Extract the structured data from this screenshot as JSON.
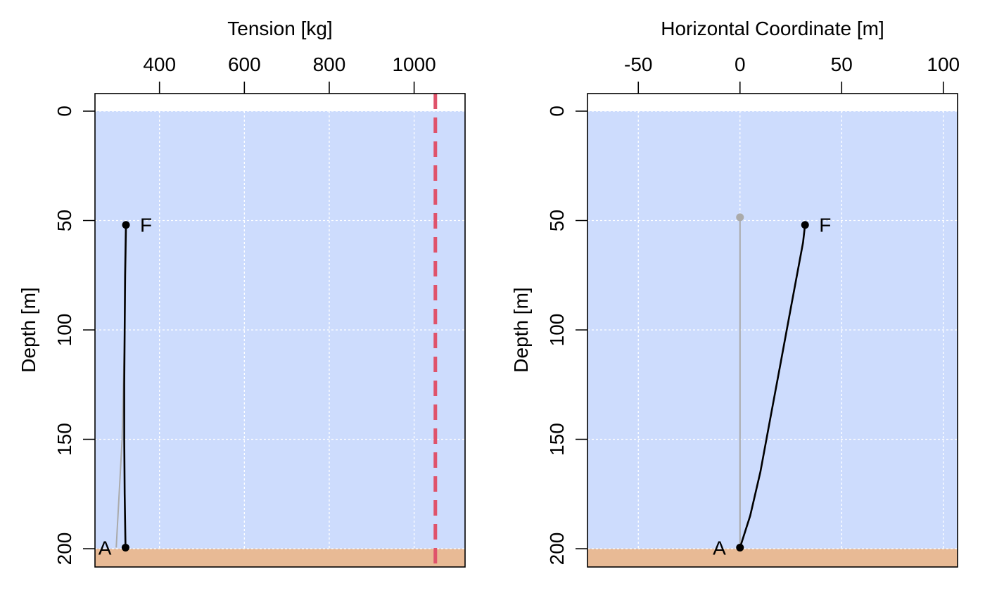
{
  "colors": {
    "water": "#cddcfd",
    "seabed": "#e8ba95",
    "grid": "#ffffff",
    "mooring": "#000000",
    "static_profile": "#aaaaaa",
    "limit_line": "#df536b"
  },
  "chart_data": [
    {
      "type": "line",
      "title": "",
      "xlabel": "Tension [kg]",
      "ylabel": "Depth [m]",
      "xlim": [
        248,
        1120
      ],
      "ylim": [
        200,
        0
      ],
      "x_ticks": [
        400,
        600,
        800,
        1000
      ],
      "x_tick_labels": [
        "400",
        "600",
        "800",
        "1000"
      ],
      "y_ticks": [
        0,
        50,
        100,
        150,
        200
      ],
      "y_tick_labels": [
        "0",
        "50",
        "100",
        "150",
        "200"
      ],
      "x_axis_position": "top",
      "y_axis_reversed": true,
      "grid": true,
      "seabed_depth": 200,
      "series": [
        {
          "role": "static",
          "points": [
            [
              298,
              199.5
            ],
            [
              312,
              150
            ],
            [
              318,
              100
            ],
            [
              322,
              52
            ]
          ]
        },
        {
          "role": "current",
          "points": [
            [
              320,
              199.5
            ],
            [
              318,
              175
            ],
            [
              317,
              150
            ],
            [
              317,
              125
            ],
            [
              318,
              100
            ],
            [
              319,
              75
            ],
            [
              321,
              52
            ]
          ]
        }
      ],
      "reference_line": {
        "x": 1050,
        "style": "dashed"
      },
      "points": [
        {
          "label": "F",
          "x": 321,
          "y": 52,
          "label_side": "right"
        },
        {
          "label": "A",
          "x": 320,
          "y": 199.5,
          "label_side": "left"
        }
      ]
    },
    {
      "type": "line",
      "title": "",
      "xlabel": "Horizontal Coordinate [m]",
      "ylabel": "Depth [m]",
      "xlim": [
        -75,
        107
      ],
      "ylim": [
        200,
        0
      ],
      "x_ticks": [
        -50,
        0,
        50,
        100
      ],
      "x_tick_labels": [
        "-50",
        "0",
        "50",
        "100"
      ],
      "y_ticks": [
        0,
        50,
        100,
        150,
        200
      ],
      "y_tick_labels": [
        "0",
        "50",
        "100",
        "150",
        "200"
      ],
      "x_axis_position": "top",
      "y_axis_reversed": true,
      "grid": true,
      "seabed_depth": 200,
      "series": [
        {
          "role": "static",
          "points": [
            [
              0,
              199.5
            ],
            [
              0,
              48.5
            ]
          ]
        },
        {
          "role": "current",
          "points": [
            [
              0,
              199.5
            ],
            [
              5,
              185
            ],
            [
              10,
              165
            ],
            [
              15,
              140
            ],
            [
              20,
              115
            ],
            [
              25,
              90
            ],
            [
              29,
              70
            ],
            [
              31,
              60
            ],
            [
              32,
              52
            ]
          ]
        }
      ],
      "markers": [
        {
          "role": "static",
          "x": 0,
          "y": 48.5
        }
      ],
      "points": [
        {
          "label": "F",
          "x": 32,
          "y": 52,
          "label_side": "right"
        },
        {
          "label": "A",
          "x": 0,
          "y": 199.5,
          "label_side": "left"
        }
      ]
    }
  ]
}
